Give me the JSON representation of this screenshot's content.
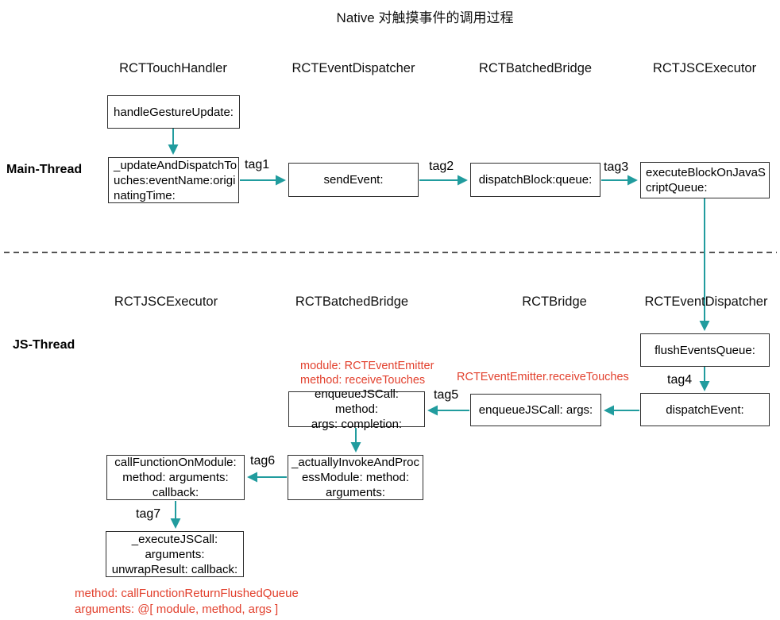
{
  "title": "Native 对触摸事件的调用过程",
  "colors": {
    "arrow": "#219C9E",
    "annotation": "#E2412E",
    "box_border": "#2e2e2e",
    "divider": "#1c1c1c"
  },
  "threads": {
    "main": "Main-Thread",
    "js": "JS-Thread"
  },
  "top_headers": {
    "h1": "RCTTouchHandler",
    "h2": "RCTEventDispatcher",
    "h3": "RCTBatchedBridge",
    "h4": "RCTJSCExecutor"
  },
  "bottom_headers": {
    "h1": "RCTJSCExecutor",
    "h2": "RCTBatchedBridge",
    "h3": "RCTBridge",
    "h4": "RCTEventDispatcher"
  },
  "boxes": {
    "handleGestureUpdate": "handleGestureUpdate:",
    "updateAndDispatchTouches": "_updateAndDispatchTo\nuches:eventName:origi\nnatingTime:",
    "sendEvent": "sendEvent:",
    "dispatchBlockQueue": "dispatchBlock:queue:",
    "executeBlockOnJavaScriptQueue": "executeBlockOnJavaS\ncriptQueue:",
    "flushEventsQueue": "flushEventsQueue:",
    "dispatchEvent": "dispatchEvent:",
    "enqueueJSCallArgs": "enqueueJSCall: args:",
    "enqueueJSCallMethod": "enqueueJSCall: method:\nargs: completion:",
    "actuallyInvokeAndProcessModule": "_actuallyInvokeAndProc\nessModule: method:\narguments:",
    "callFunctionOnModule": "callFunctionOnModule:\nmethod: arguments:\ncallback:",
    "executeJSCall": "_executeJSCall:\narguments:\nunwrapResult: callback:"
  },
  "tags": {
    "tag1": "tag1",
    "tag2": "tag2",
    "tag3": "tag3",
    "tag4": "tag4",
    "tag5": "tag5",
    "tag6": "tag6",
    "tag7": "tag7"
  },
  "annotations": {
    "module_method": "module: RCTEventEmitter\nmethod: receiveTouches",
    "receiveTouches": "RCTEventEmitter.receiveTouches",
    "callFunctionReturn": "method: callFunctionReturnFlushedQueue\narguments: @[ module, method, args ]"
  }
}
